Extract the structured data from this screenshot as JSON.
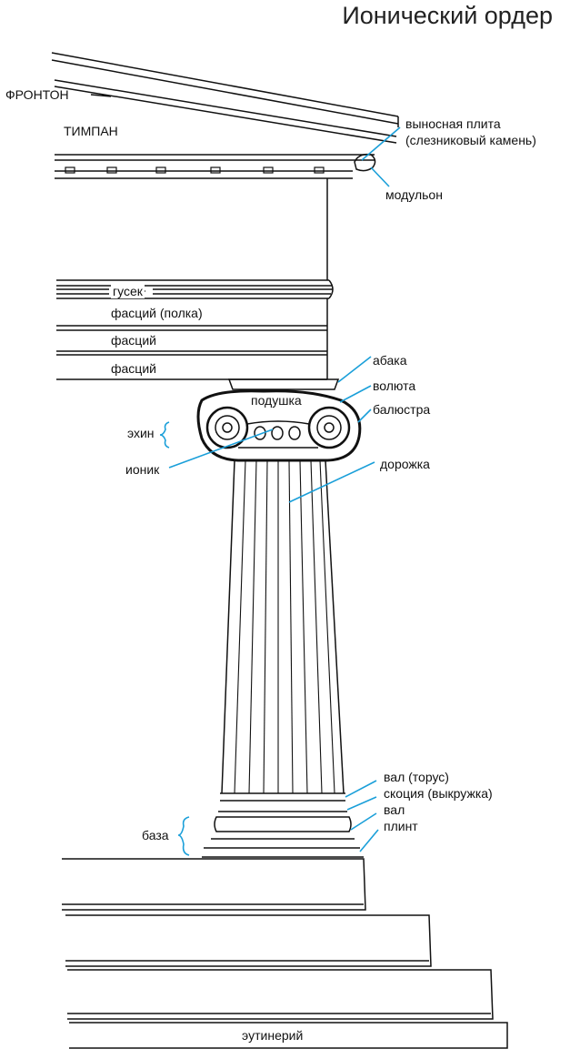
{
  "title": "Ионический ордер",
  "labels": {
    "fronton": "ФРОНТОН",
    "tympanum": "ТИМПАН",
    "corona": "выносная плита",
    "corona_alt": "(слезниковый камень)",
    "modillion": "модульон",
    "cymatium": "гусек",
    "fascia_shelf": "фасций (полка)",
    "fascia_2": "фасций",
    "fascia_3": "фасций",
    "abacus": "абака",
    "volute": "волюта",
    "cushion": "подушка",
    "baluster": "балюстра",
    "echinus": "эхин",
    "ovolo": "ионик",
    "flute": "дорожка",
    "torus_upper": "вал (торус)",
    "scotia": "скоция (выкружка)",
    "torus_lower": "вал",
    "plinth": "плинт",
    "base": "база",
    "stylobate": "эутинерий"
  },
  "colors": {
    "leader": "#1a9fd9",
    "ink": "#111111"
  }
}
